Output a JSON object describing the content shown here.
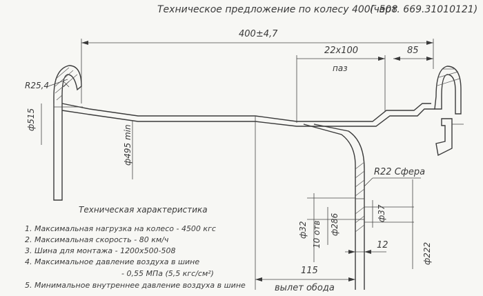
{
  "title": "Техническое предложение по колесу 400Г-508",
  "title_note": "(черт. 669.31010121)",
  "dimensions": {
    "overall_width": "400±4,7",
    "slot": "22x100",
    "slot_label": "паз",
    "flange_right": "85",
    "radius": "R25,4",
    "d515": "ф515",
    "d495": "ф495 min",
    "sphere": "R22 Сфера",
    "d37": "ф37",
    "d32": "ф32",
    "holes": "10 отв",
    "d286": "ф286",
    "twelve": "12",
    "d222": "ф222",
    "offset_115": "115",
    "offset_label": "вылет обода"
  },
  "specs_heading": "Техническая характеристика",
  "specs": [
    "1. Максимальная нагрузка на колесо   - 4500 кгс",
    "2. Максимальная скорость             - 80 км/ч",
    "3. Шина для монтажа                  - 1200x500-508",
    "4. Максимальное давление воздуха в шине",
    "- 0,55 МПа (5,5 кгс/см²)",
    "5. Минимальное внутреннее давление воздуха в шине"
  ]
}
